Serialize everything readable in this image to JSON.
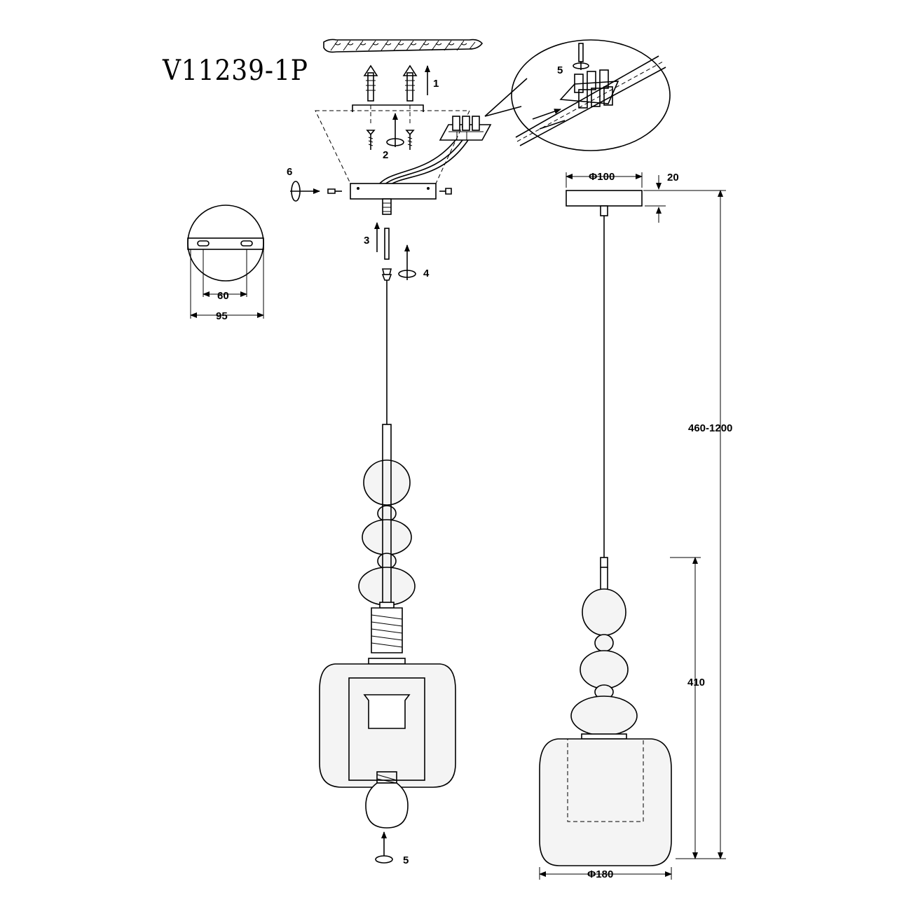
{
  "diagram": {
    "model": "V11239-1P",
    "steps": [
      "1",
      "2",
      "3",
      "4",
      "5",
      "5",
      "6"
    ],
    "dimensions": {
      "mount_slot_spacing": "60",
      "mount_plate_width": "95",
      "canopy_diameter": "Φ100",
      "canopy_height": "20",
      "overall_height": "460-1200",
      "shade_height": "410",
      "shade_diameter": "Φ180"
    }
  }
}
